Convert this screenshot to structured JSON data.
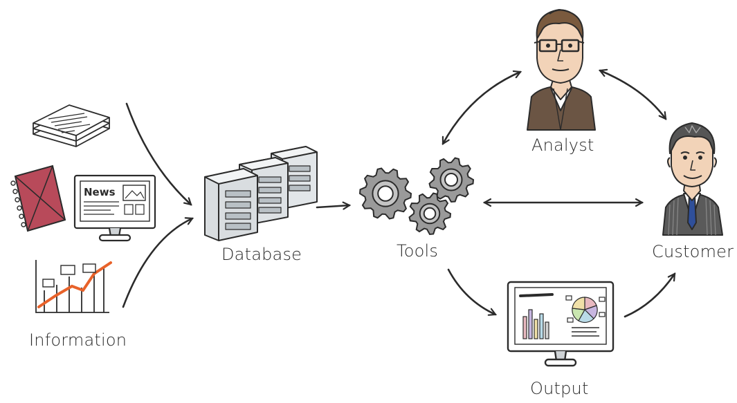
{
  "labels": {
    "information": "Information",
    "database": "Database",
    "tools": "Tools",
    "analyst": "Analyst",
    "customer": "Customer",
    "output": "Output"
  },
  "monitor_news_text": "News",
  "colors": {
    "stroke": "#2b2b2b",
    "binder": "#b84a5a",
    "chart_line": "#e8622a",
    "server": "#d9dde0",
    "gear": "#9a9a9a",
    "suit_analyst": "#6b5544",
    "suit_customer": "#5a5a5a",
    "skin": "#f2d3b8"
  }
}
